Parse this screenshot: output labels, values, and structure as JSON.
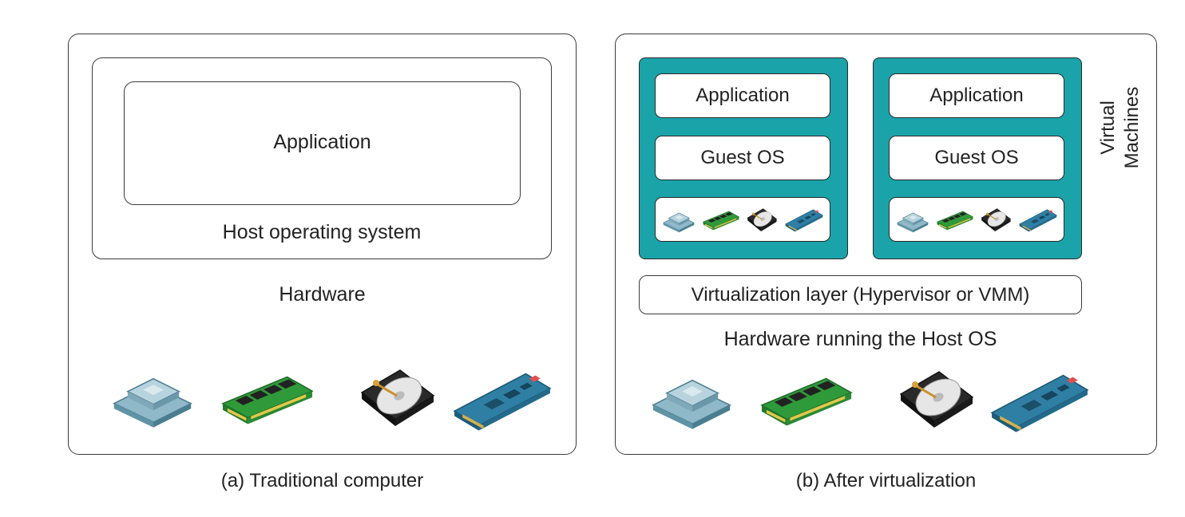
{
  "left_panel": {
    "application": "Application",
    "host_os": "Host operating system",
    "hardware": "Hardware",
    "caption": "(a) Traditional computer"
  },
  "right_panel": {
    "vms": [
      {
        "application": "Application",
        "guest_os": "Guest OS"
      },
      {
        "application": "Application",
        "guest_os": "Guest OS"
      }
    ],
    "vm_side_label_line1": "Virtual",
    "vm_side_label_line2": "Machines",
    "virtualization_layer": "Virtualization layer (Hypervisor or VMM)",
    "hardware": "Hardware running the Host OS",
    "caption": "(b) After virtualization"
  },
  "hardware_icons": [
    "cpu-chip-icon",
    "memory-module-icon",
    "hard-disk-icon",
    "network-card-icon"
  ],
  "colors": {
    "vm_fill": "#1aa3a8",
    "border": "#3a3a3a"
  }
}
